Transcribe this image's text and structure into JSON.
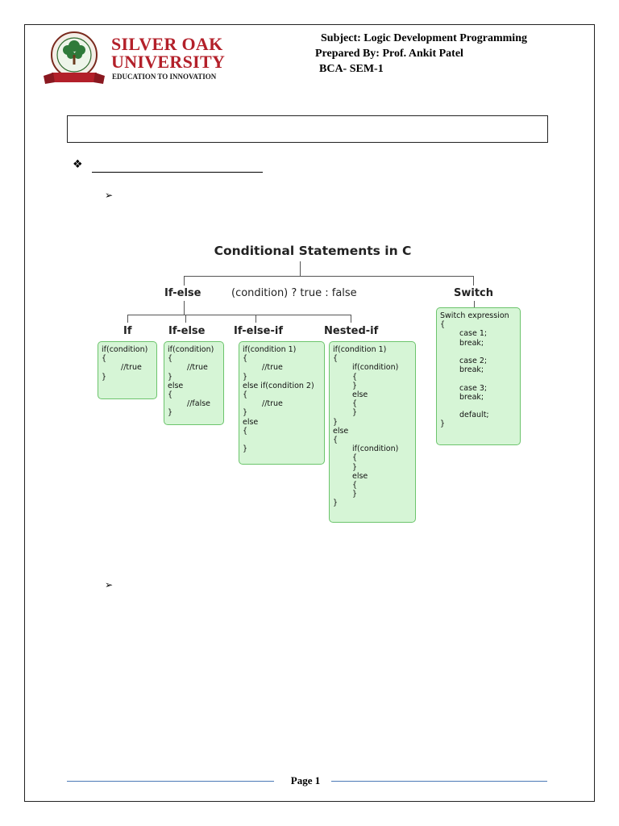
{
  "header": {
    "logo_name_line1": "SILVER OAK",
    "logo_name_line2": "UNIVERSITY",
    "logo_tagline": "EDUCATION TO INNOVATION",
    "subject": "Subject: Logic Development Programming",
    "prepared_by": "Prepared By: Prof. Ankit Patel",
    "class": "BCA- SEM-1"
  },
  "bullets": {
    "diamond": "❖",
    "arrow": "➢"
  },
  "diagram": {
    "title": "Conditional Statements in C",
    "top_labels": {
      "ifelse": "If-else",
      "ternary": "(condition) ? true : false",
      "switch": "Switch"
    },
    "sub_labels": {
      "if": "If",
      "ifelse": "If-else",
      "ifelseif": "If-else-if",
      "nested": "Nested-if"
    },
    "boxes": {
      "if": [
        {
          "t": "if(condition)",
          "i": 0
        },
        {
          "t": "{",
          "i": 0
        },
        {
          "t": "//true",
          "i": 2
        },
        {
          "t": "}",
          "i": 0
        }
      ],
      "ifelse": [
        {
          "t": "if(condition)",
          "i": 0
        },
        {
          "t": "{",
          "i": 0
        },
        {
          "t": "//true",
          "i": 2
        },
        {
          "t": "}",
          "i": 0
        },
        {
          "t": "else",
          "i": 0
        },
        {
          "t": "{",
          "i": 0
        },
        {
          "t": "//false",
          "i": 2
        },
        {
          "t": "}",
          "i": 0
        }
      ],
      "ifelseif": [
        {
          "t": "if(condition 1)",
          "i": 0
        },
        {
          "t": "{",
          "i": 0
        },
        {
          "t": "//true",
          "i": 2
        },
        {
          "t": "}",
          "i": 0
        },
        {
          "t": "else if(condition 2)",
          "i": 0
        },
        {
          "t": "{",
          "i": 0
        },
        {
          "t": "//true",
          "i": 2
        },
        {
          "t": "}",
          "i": 0
        },
        {
          "t": "else",
          "i": 0
        },
        {
          "t": "{",
          "i": 0
        },
        {
          "t": "",
          "i": 0
        },
        {
          "t": "}",
          "i": 0
        }
      ],
      "nested": [
        {
          "t": "if(condition 1)",
          "i": 0
        },
        {
          "t": "{",
          "i": 0
        },
        {
          "t": "if(condition)",
          "i": 2
        },
        {
          "t": "{",
          "i": 2
        },
        {
          "t": "}",
          "i": 2
        },
        {
          "t": "else",
          "i": 2
        },
        {
          "t": "{",
          "i": 2
        },
        {
          "t": "}",
          "i": 2
        },
        {
          "t": "}",
          "i": 0
        },
        {
          "t": "else",
          "i": 0
        },
        {
          "t": "{",
          "i": 0
        },
        {
          "t": "if(condition)",
          "i": 2
        },
        {
          "t": "{",
          "i": 2
        },
        {
          "t": "}",
          "i": 2
        },
        {
          "t": "else",
          "i": 2
        },
        {
          "t": "{",
          "i": 2
        },
        {
          "t": "}",
          "i": 2
        },
        {
          "t": "}",
          "i": 0
        }
      ],
      "switch": [
        {
          "t": "Switch expression",
          "i": 0
        },
        {
          "t": "{",
          "i": 0
        },
        {
          "t": "case 1;",
          "i": 2
        },
        {
          "t": "break;",
          "i": 2
        },
        {
          "t": "",
          "i": 0
        },
        {
          "t": "case 2;",
          "i": 2
        },
        {
          "t": "break;",
          "i": 2
        },
        {
          "t": "",
          "i": 0
        },
        {
          "t": "case 3;",
          "i": 2
        },
        {
          "t": "break;",
          "i": 2
        },
        {
          "t": "",
          "i": 0
        },
        {
          "t": "default;",
          "i": 2
        },
        {
          "t": "}",
          "i": 0
        }
      ]
    }
  },
  "footer": {
    "page": "Page 1"
  },
  "colors": {
    "brand_red": "#b3202a",
    "box_fill": "#d6f5d6",
    "box_border": "#6cc46c",
    "footer_rule": "#4a78b5"
  }
}
